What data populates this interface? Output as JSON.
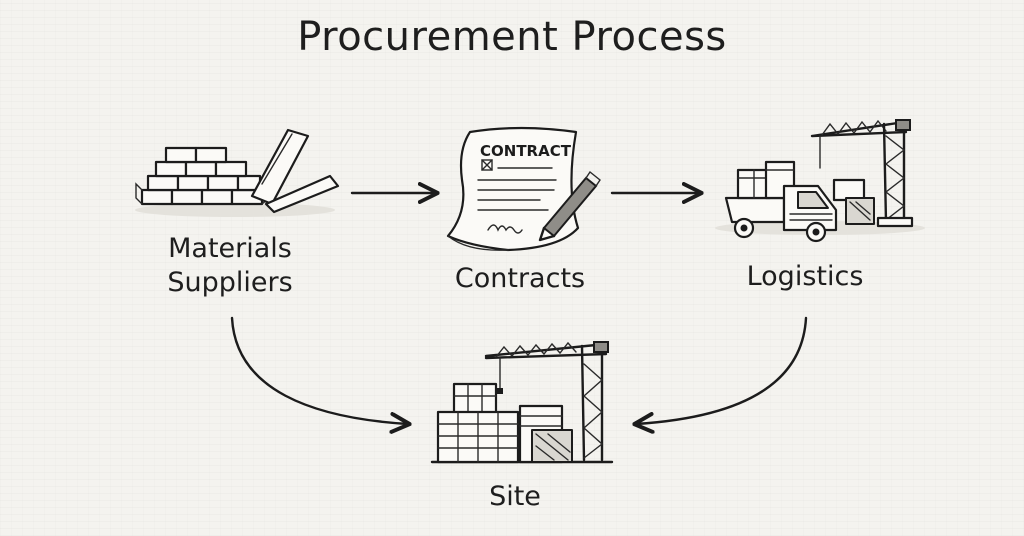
{
  "diagram": {
    "title": "Procurement Process",
    "nodes": {
      "materials": {
        "label_line1": "Materials",
        "label_line2": "Suppliers"
      },
      "contracts": {
        "label": "Contracts",
        "document_heading": "CONTRACT"
      },
      "logistics": {
        "label": "Logistics"
      },
      "site": {
        "label": "Site"
      }
    },
    "edges": [
      {
        "from": "Materials Suppliers",
        "to": "Contracts"
      },
      {
        "from": "Contracts",
        "to": "Logistics"
      },
      {
        "from": "Materials Suppliers",
        "to": "Site"
      },
      {
        "from": "Logistics",
        "to": "Site"
      }
    ]
  }
}
